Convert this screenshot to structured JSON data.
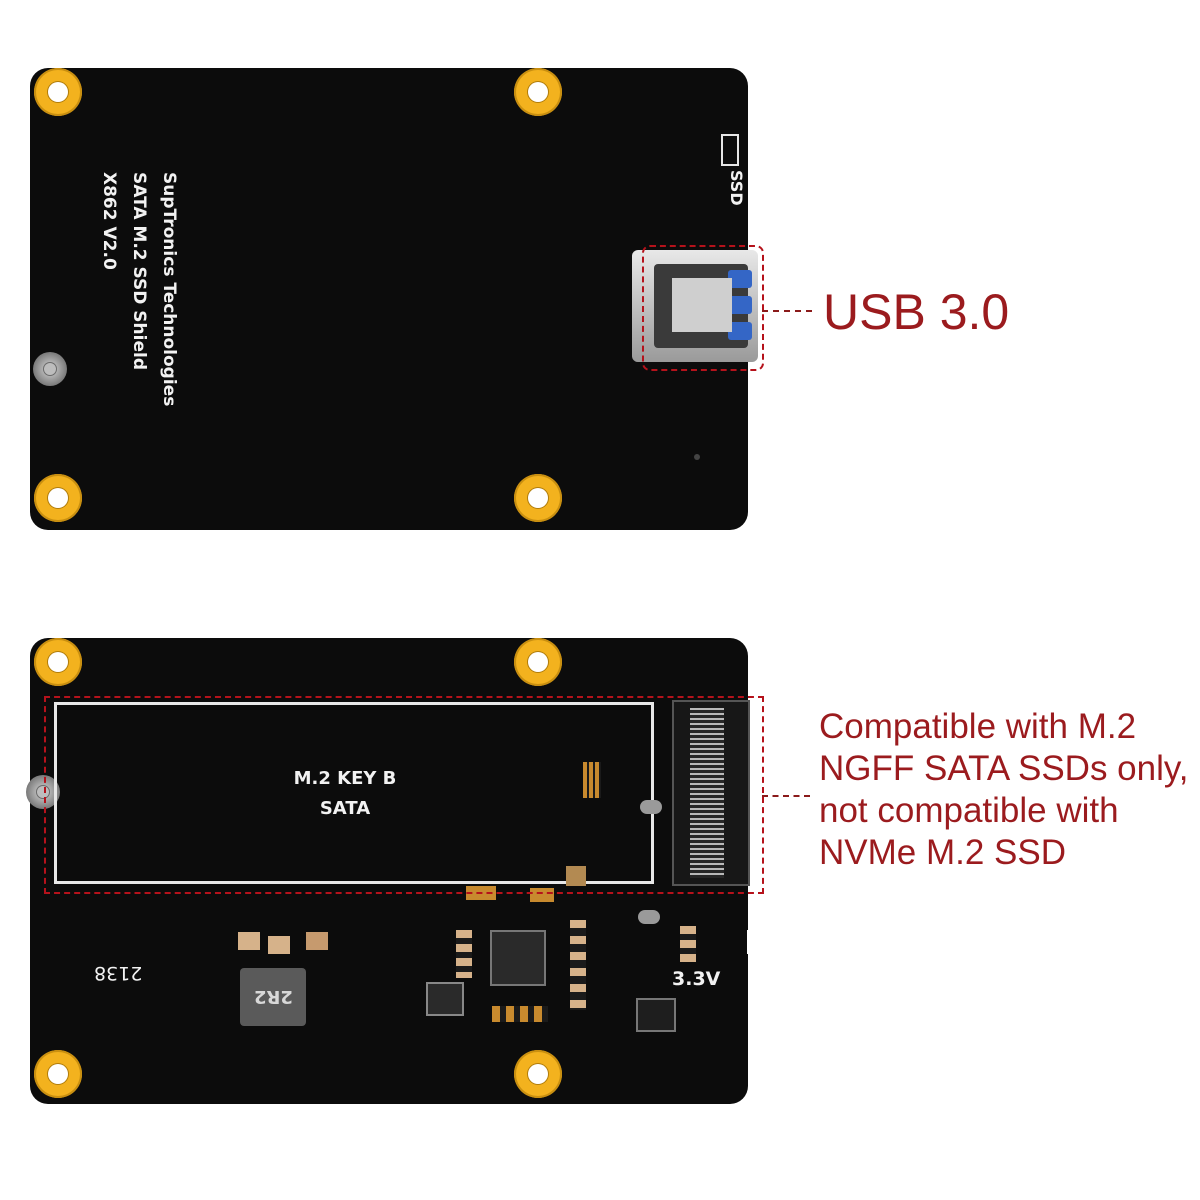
{
  "top_board": {
    "silkscreen": [
      "SupTronics Technologies",
      "SATA M.2 SSD Shield",
      "X862 V2.0"
    ],
    "ssd_led_label": "SSD"
  },
  "bottom_board": {
    "slot_label": [
      "M.2 KEY B",
      "SATA"
    ],
    "date_code": "2138",
    "inductor_label": "2R2",
    "voltage_label": "3.3V"
  },
  "callouts": {
    "usb": {
      "text": "USB 3.0",
      "color": "#9b1b1e"
    },
    "compat": {
      "lines": [
        "Compatible with M.2",
        "NGFF SATA SSDs only,",
        "not compatible with",
        "NVMe M.2 SSD"
      ],
      "color": "#9b1b1e"
    }
  },
  "colors": {
    "board": "#0c0c0c",
    "mount_hole": "#f3b21e",
    "callout": "#b5121b"
  }
}
